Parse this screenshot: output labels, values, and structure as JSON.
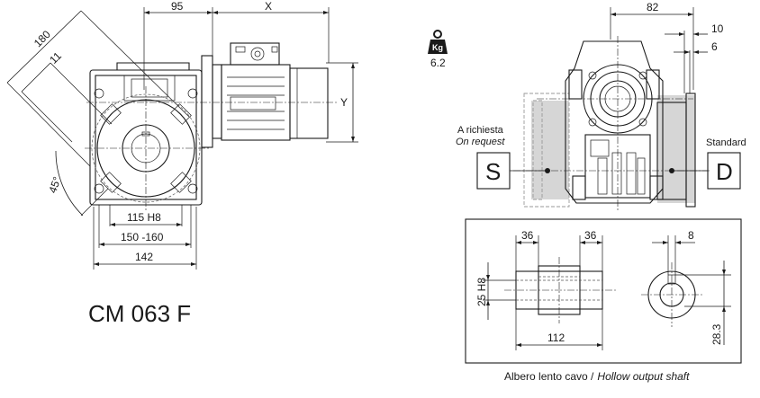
{
  "title": "CM 063 F",
  "weight": {
    "icon": "kg-weight-icon",
    "icon_label": "Kg",
    "value": "6.2"
  },
  "side_view": {
    "dim_180": "180",
    "dim_11": "11",
    "dim_95": "95",
    "dim_x": "X",
    "dim_y": "Y",
    "dim_45": "45°",
    "dim_115": "115 H8",
    "dim_150_160": "150 -160",
    "dim_142": "142"
  },
  "front_view": {
    "dim_82": "82",
    "dim_10": "10",
    "dim_6": "6",
    "on_request_it": "A richiesta",
    "on_request_en": "On request",
    "standard": "Standard",
    "side_s": "S",
    "side_d": "D"
  },
  "shaft_box": {
    "dim_36_left": "36",
    "dim_36_right": "36",
    "dim_8": "8",
    "dim_25h8": "25 H8",
    "dim_112": "112",
    "dim_28_3": "28.3",
    "caption_it": "Albero lento cavo /",
    "caption_en": "Hollow output shaft"
  }
}
